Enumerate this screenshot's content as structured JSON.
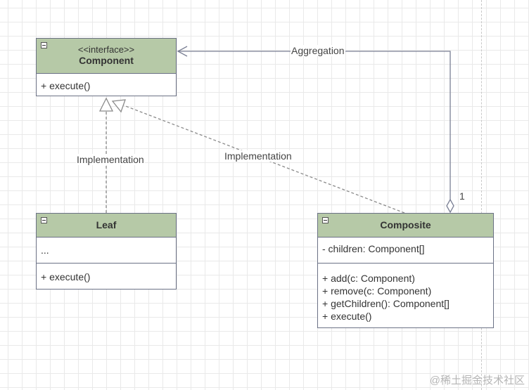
{
  "classes": {
    "component": {
      "stereotype": "<<interface>>",
      "name": "Component",
      "attributes": [],
      "methods": [
        "+ execute()"
      ]
    },
    "leaf": {
      "name": "Leaf",
      "attributes": [
        "..."
      ],
      "methods": [
        "+ execute()"
      ]
    },
    "composite": {
      "name": "Composite",
      "attributes": [
        "- children: Component[]"
      ],
      "methods": [
        "+ add(c: Component)",
        "+ remove(c: Component)",
        "+ getChildren(): Component[]",
        "+ execute()"
      ]
    }
  },
  "relations": {
    "aggregation": {
      "label": "Aggregation",
      "multiplicity": "1"
    },
    "leaf_impl": {
      "label": "Implementation"
    },
    "composite_impl": {
      "label": "Implementation"
    }
  },
  "watermark": "@稀土掘金技术社区",
  "colors": {
    "header": "#b6c9a7",
    "border": "#6b7185",
    "connector": "#7a7f94",
    "dashed": "#8a8a8a"
  }
}
